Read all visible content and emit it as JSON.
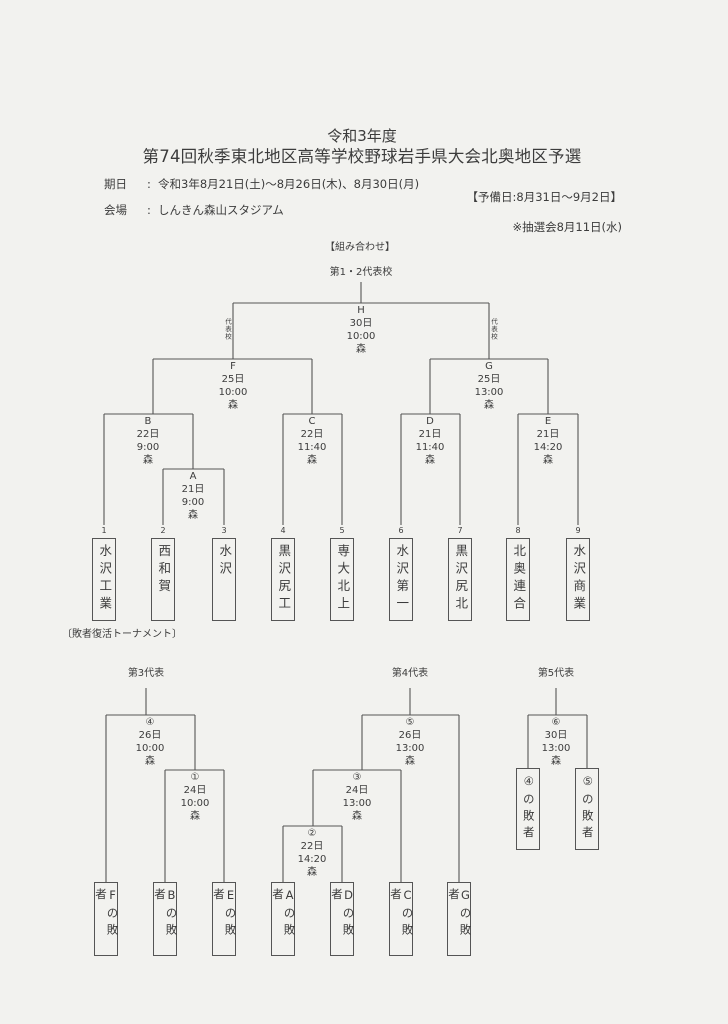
{
  "header": {
    "title_line1": "令和3年度",
    "title_line2": "第74回秋季東北地区高等学校野球岩手県大会北奥地区予選",
    "date_label": "期日",
    "date_sep": ":",
    "date_value": "令和3年8月21日(土)～8月26日(木)、8月30日(月)",
    "reserve": "【予備日:8月31日～9月2日】",
    "venue_label": "会場",
    "venue_sep": ":",
    "venue_value": "しんきん森山スタジアム",
    "lottery": "※抽選会8月11日(水)"
  },
  "main_bracket": {
    "heading": "【組み合わせ】",
    "winner_label": "第1・2代表校",
    "rep_label": "代表校",
    "games": {
      "H": {
        "id": "H",
        "date": "30日",
        "time": "10:00",
        "venue": "森"
      },
      "F": {
        "id": "F",
        "date": "25日",
        "time": "10:00",
        "venue": "森"
      },
      "G": {
        "id": "G",
        "date": "25日",
        "time": "13:00",
        "venue": "森"
      },
      "B": {
        "id": "B",
        "date": "22日",
        "time": "9:00",
        "venue": "森"
      },
      "A": {
        "id": "A",
        "date": "21日",
        "time": "9:00",
        "venue": "森"
      },
      "C": {
        "id": "C",
        "date": "22日",
        "time": "11:40",
        "venue": "森"
      },
      "D": {
        "id": "D",
        "date": "21日",
        "time": "11:40",
        "venue": "森"
      },
      "E": {
        "id": "E",
        "date": "21日",
        "time": "14:20",
        "venue": "森"
      }
    },
    "teams": [
      {
        "no": "1",
        "name": "水沢工業"
      },
      {
        "no": "2",
        "name": "西和賀"
      },
      {
        "no": "3",
        "name": "水沢"
      },
      {
        "no": "4",
        "name": "黒沢尻工"
      },
      {
        "no": "5",
        "name": "専大北上"
      },
      {
        "no": "6",
        "name": "水沢第一"
      },
      {
        "no": "7",
        "name": "黒沢尻北"
      },
      {
        "no": "8",
        "name": "北奥連合"
      },
      {
        "no": "9",
        "name": "水沢商業"
      }
    ]
  },
  "repechage": {
    "heading": "〔敗者復活トーナメント〕",
    "rep3": "第3代表",
    "rep4": "第4代表",
    "rep5": "第5代表",
    "games": {
      "g4": {
        "id": "④",
        "date": "26日",
        "time": "10:00",
        "venue": "森"
      },
      "g1": {
        "id": "①",
        "date": "24日",
        "time": "10:00",
        "venue": "森"
      },
      "g5": {
        "id": "⑤",
        "date": "26日",
        "time": "13:00",
        "venue": "森"
      },
      "g3": {
        "id": "③",
        "date": "24日",
        "time": "13:00",
        "venue": "森"
      },
      "g2": {
        "id": "②",
        "date": "22日",
        "time": "14:20",
        "venue": "森"
      },
      "g6": {
        "id": "⑥",
        "date": "30日",
        "time": "13:00",
        "venue": "森"
      }
    },
    "entries": [
      "Fの敗者",
      "Bの敗者",
      "Eの敗者",
      "Aの敗者",
      "Dの敗者",
      "Cの敗者",
      "Gの敗者"
    ],
    "final_entries": [
      "④の敗者",
      "⑤の敗者"
    ]
  }
}
